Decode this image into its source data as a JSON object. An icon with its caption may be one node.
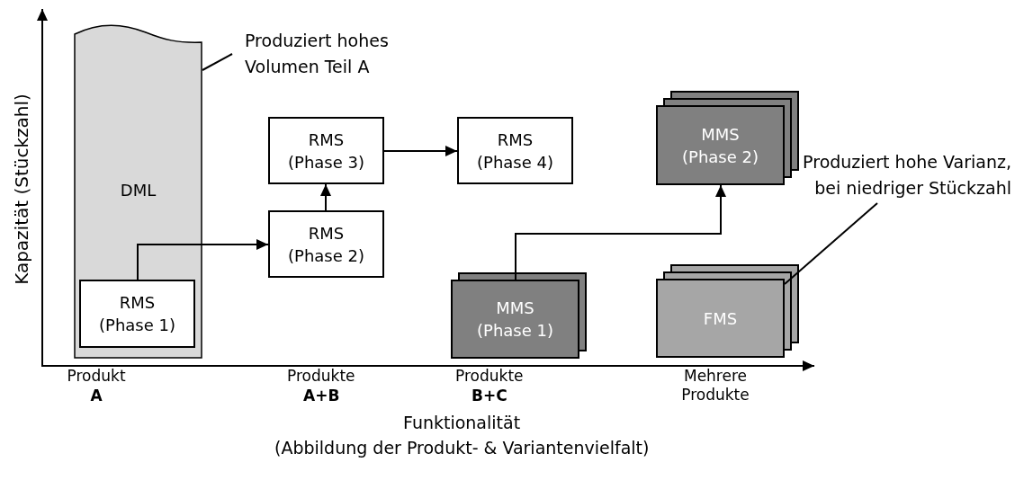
{
  "diagram": {
    "nodes": [
      {
        "text": [
          "DML"
        ]
      },
      {
        "text": [
          "RMS (Phase 1)"
        ],
        "in": 0
      },
      {
        "text": [
          "RMS (Phase 2)"
        ]
      },
      {
        "text": [
          "RMS (Phase 3)"
        ]
      },
      {
        "text": [
          "RMS (Phase 4)"
        ]
      },
      {
        "text": [
          "MMS (Phase 2)"
        ]
      },
      {
        "text": [
          "MMS (Phase 1)"
        ]
      },
      {
        "text": [
          "FMS"
        ]
      },
      {
        "text": [
          "Produziert hohes Volumen Teil A"
        ]
      },
      {
        "text": [
          "Produziert hohe Varianz, bei niedriger Stückzahl"
        ]
      }
    ],
    "edges": [
      {
        "from": 1,
        "to": 2,
        "arrow": "to"
      },
      {
        "from": 2,
        "to": 3,
        "arrow": "to"
      },
      {
        "from": 3,
        "to": 4,
        "arrow": "to"
      },
      {
        "from": 6,
        "to": 5,
        "arrow": "to"
      },
      {
        "from": 8,
        "to": 0,
        "arrow": "none"
      },
      {
        "from": 9,
        "to": 7,
        "arrow": "none"
      }
    ],
    "labels": [
      "Kapazität (Stückzahl)",
      "Produkt",
      "A",
      "Produkte",
      "A+B",
      "Produkte",
      "B+C",
      "Mehrere Produkte",
      "Funktionalität",
      "(Abbildung der Produkt- & Variantenvielfalt)"
    ]
  }
}
